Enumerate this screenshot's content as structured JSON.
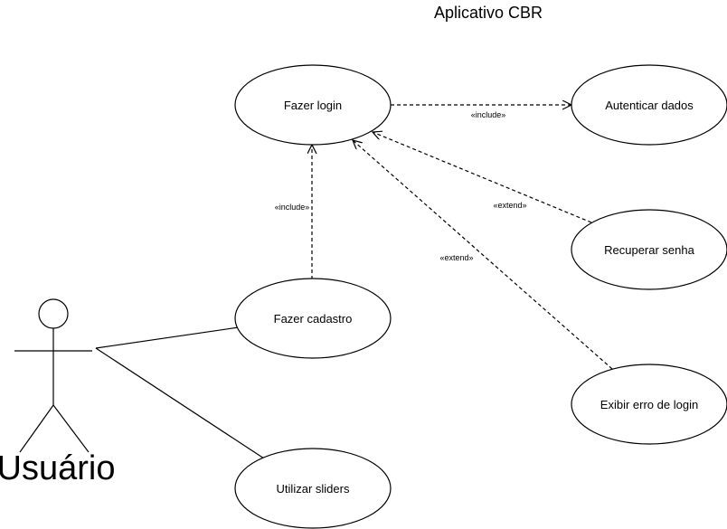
{
  "diagram": {
    "title": "Aplicativo CBR",
    "actor": {
      "name": "Usuário"
    },
    "use_cases": {
      "login": "Fazer login",
      "autenticar": "Autenticar dados",
      "recuperar": "Recuperar senha",
      "cadastro": "Fazer cadastro",
      "erro": "Exibir erro de login",
      "sliders": "Utilizar sliders"
    },
    "relations": [
      {
        "from": "login",
        "to": "autenticar",
        "type": "include",
        "label": "«include»"
      },
      {
        "from": "cadastro",
        "to": "login",
        "type": "include",
        "label": "«include»"
      },
      {
        "from": "recuperar",
        "to": "login",
        "type": "extend",
        "label": "«extend»"
      },
      {
        "from": "erro",
        "to": "login",
        "type": "extend",
        "label": "«extend»"
      },
      {
        "from": "actor",
        "to": "cadastro",
        "type": "association"
      },
      {
        "from": "actor",
        "to": "sliders",
        "type": "association"
      }
    ]
  }
}
